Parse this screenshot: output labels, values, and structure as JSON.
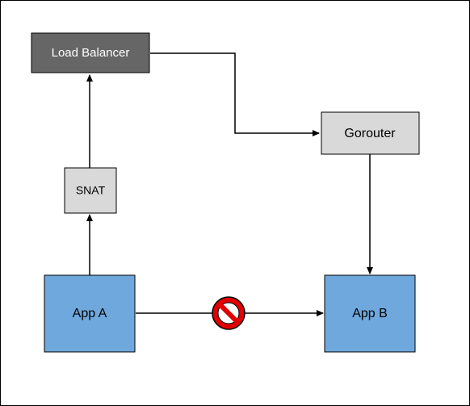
{
  "nodes": {
    "load_balancer": {
      "label": "Load Balancer",
      "fill": "#666666",
      "text_color": "#ffffff"
    },
    "gorouter": {
      "label": "Gorouter",
      "fill": "#d9d9d9",
      "text_color": "#000000"
    },
    "snat": {
      "label": "SNAT",
      "fill": "#d9d9d9",
      "text_color": "#000000"
    },
    "app_a": {
      "label": "App A",
      "fill": "#6fa8dc",
      "text_color": "#000000"
    },
    "app_b": {
      "label": "App B",
      "fill": "#6fa8dc",
      "text_color": "#000000"
    }
  },
  "edges": [
    {
      "from": "app_a",
      "to": "snat"
    },
    {
      "from": "snat",
      "to": "load_balancer"
    },
    {
      "from": "load_balancer",
      "to": "gorouter"
    },
    {
      "from": "gorouter",
      "to": "app_b"
    },
    {
      "from": "app_a",
      "to": "app_b",
      "blocked": true
    }
  ],
  "icons": {
    "blocked": {
      "name": "prohibited-icon",
      "color": "#e00000"
    }
  }
}
